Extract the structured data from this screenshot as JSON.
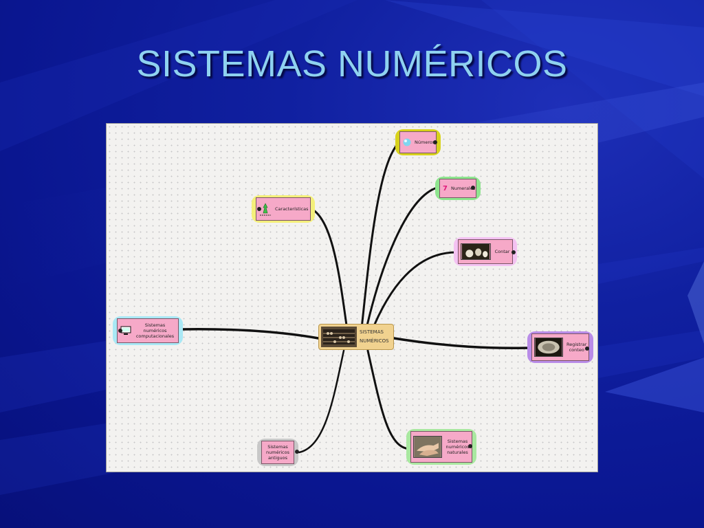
{
  "slide": {
    "title": "SISTEMAS NUMÉRICOS",
    "background_color": "#0d1a98",
    "title_color": "#8fd2f0"
  },
  "mindmap": {
    "center": {
      "label_line1": "SISTEMAS",
      "label_line2": "NUMÉRICOS",
      "icon": "abacus-photo",
      "color": "#f1d28f"
    },
    "branches": [
      {
        "label": "Números",
        "icon": "sphere-icon",
        "frame_color": "#d8d21c"
      },
      {
        "label": "Numerales",
        "icon": "numeral-seven-icon",
        "frame_color": "#8ee58e"
      },
      {
        "label": "Contar",
        "icon": "counting-objects-photo",
        "frame_color": "#f4c2f2"
      },
      {
        "label": "Registrar conteo",
        "icon": "bone-tally-photo",
        "frame_color": "#b98ce8"
      },
      {
        "label": "Sistemas numéricos naturales",
        "icon": "hands-photo",
        "frame_color": "#a9e8a0"
      },
      {
        "label": "Sistemas numéricos antiguos",
        "icon": "",
        "frame_color": "#c8c8c8"
      },
      {
        "label": "Sistemas numéricos computacionales",
        "icon": "computer-icon",
        "frame_color": "#a9e8f5"
      },
      {
        "label": "Características",
        "icon": "figure-icon",
        "frame_color": "#f4f07a"
      }
    ]
  }
}
